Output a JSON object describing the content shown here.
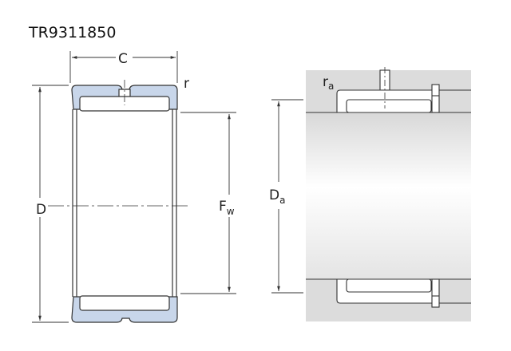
{
  "title": "TR9311850",
  "labels": {
    "C": "C",
    "r": "r",
    "D": "D",
    "Fw": "F",
    "Fw_sub": "w",
    "Da": "D",
    "Da_sub": "a",
    "ra": "r",
    "ra_sub": "a"
  },
  "colors": {
    "ring": "#c8d6ea",
    "housing": "#dcdcdc",
    "line": "#333333"
  }
}
